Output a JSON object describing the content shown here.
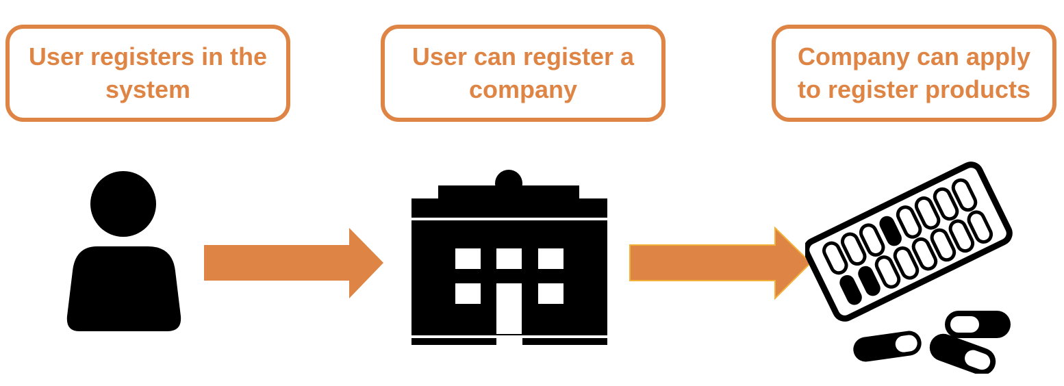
{
  "steps": [
    {
      "label": "User registers in the system",
      "icon": "user-icon"
    },
    {
      "label": "User can register a company",
      "icon": "building-icon"
    },
    {
      "label": "Company can apply to register products",
      "icon": "pill-blister-icon"
    }
  ],
  "colors": {
    "accent": "#de8545",
    "icon": "#000000",
    "background": "#ffffff"
  }
}
